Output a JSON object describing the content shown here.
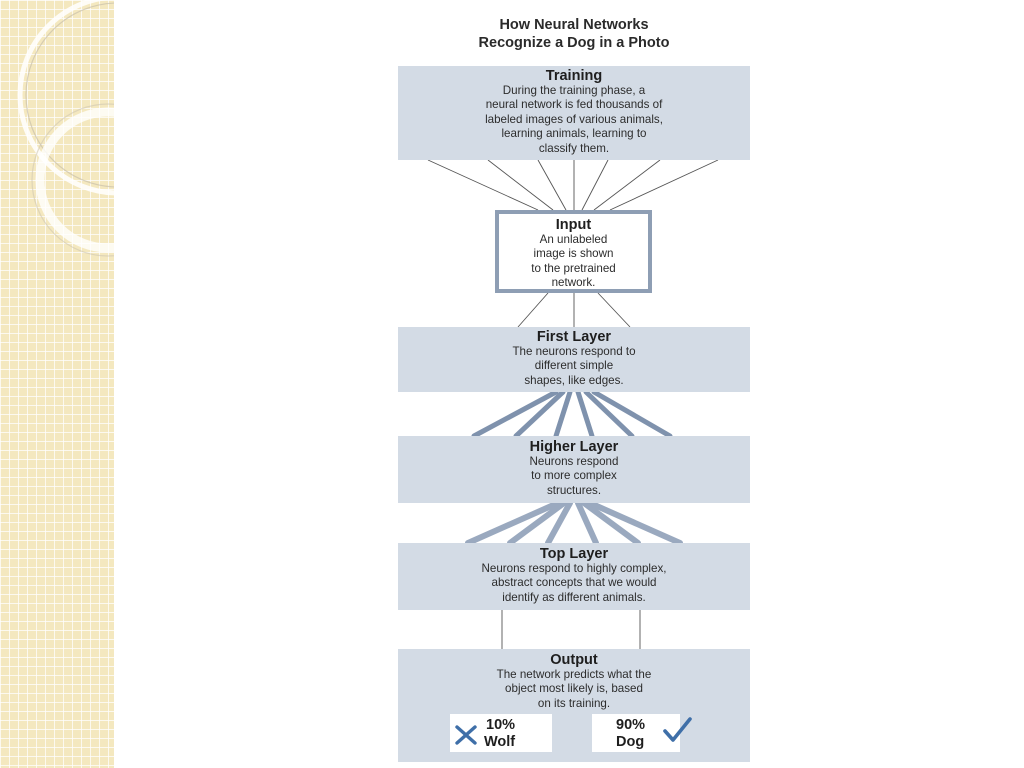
{
  "diagram": {
    "title": "How Neural Networks\nRecognize a Dog in a Photo",
    "training": {
      "title": "Training",
      "description": "During the training phase, a\nneural network is fed thousands of\nlabeled images of various animals,\nlearning animals, learning to\nclassify them."
    },
    "input": {
      "title": "Input",
      "description": "An unlabeled\nimage is shown\nto the pretrained\nnetwork."
    },
    "first_layer": {
      "title": "First Layer",
      "description": "The neurons respond to\ndifferent simple\nshapes, like edges."
    },
    "higher_layer": {
      "title": "Higher Layer",
      "description": "Neurons respond\nto more complex\nstructures."
    },
    "top_layer": {
      "title": "Top Layer",
      "description": "Neurons respond to highly complex,\nabstract concepts that we would\nidentify as different animals."
    },
    "output": {
      "title": "Output",
      "description": "The network predicts what the\nobject most likely is, based\non its training.",
      "results": [
        {
          "percent": "10%",
          "label": "Wolf",
          "icon": "x-mark-icon"
        },
        {
          "percent": "90%",
          "label": "Dog",
          "icon": "check-mark-icon"
        }
      ]
    }
  },
  "colors": {
    "box_fill": "#d3dbe5",
    "input_border": "#8e9eb4",
    "thick_connector": "#7f92ad",
    "icon_blue": "#3f6fa8",
    "side_strip": "#f4e8bf"
  }
}
